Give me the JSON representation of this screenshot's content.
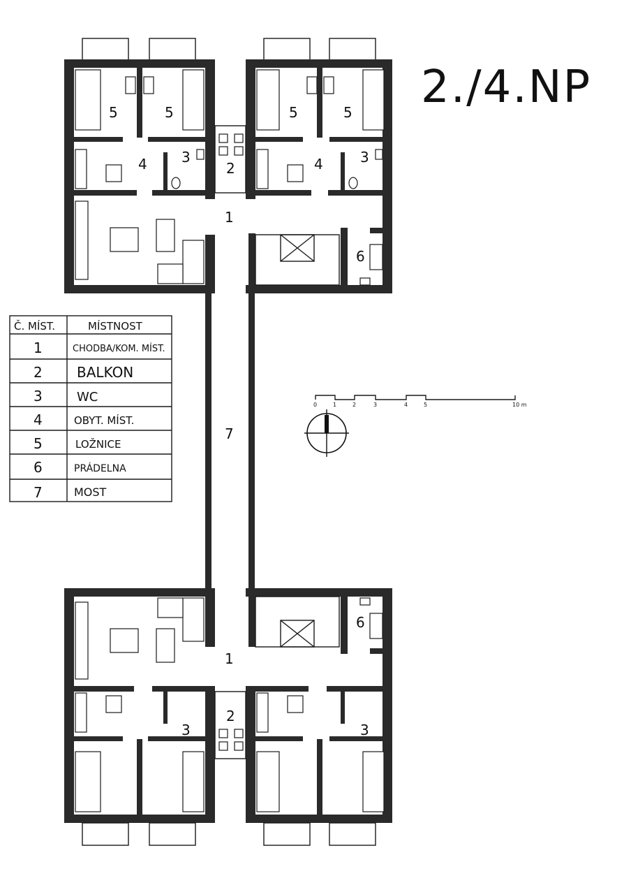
{
  "title": "2./4.NP",
  "room_labels": {
    "top": [
      "5",
      "5",
      "5",
      "5",
      "4",
      "3",
      "2",
      "4",
      "3",
      "1",
      "6"
    ],
    "bridge": "7",
    "bottom": [
      "6",
      "1",
      "3",
      "2",
      "3"
    ]
  },
  "legend": {
    "header": {
      "number": "Č. MÍST.",
      "name": "MÍSTNOST"
    },
    "rows": [
      {
        "number": "1",
        "name": "CHODBA/KOM. MÍST."
      },
      {
        "number": "2",
        "name": "BALKON"
      },
      {
        "number": "3",
        "name": "WC"
      },
      {
        "number": "4",
        "name": "OBYT. MÍST."
      },
      {
        "number": "5",
        "name": "LOŽNICE"
      },
      {
        "number": "6",
        "name": "PRÁDELNA"
      },
      {
        "number": "7",
        "name": "MOST"
      }
    ]
  },
  "scale_bar": {
    "ticks": [
      "0",
      "1",
      "2",
      "3",
      "4",
      "5",
      "10 m"
    ]
  }
}
